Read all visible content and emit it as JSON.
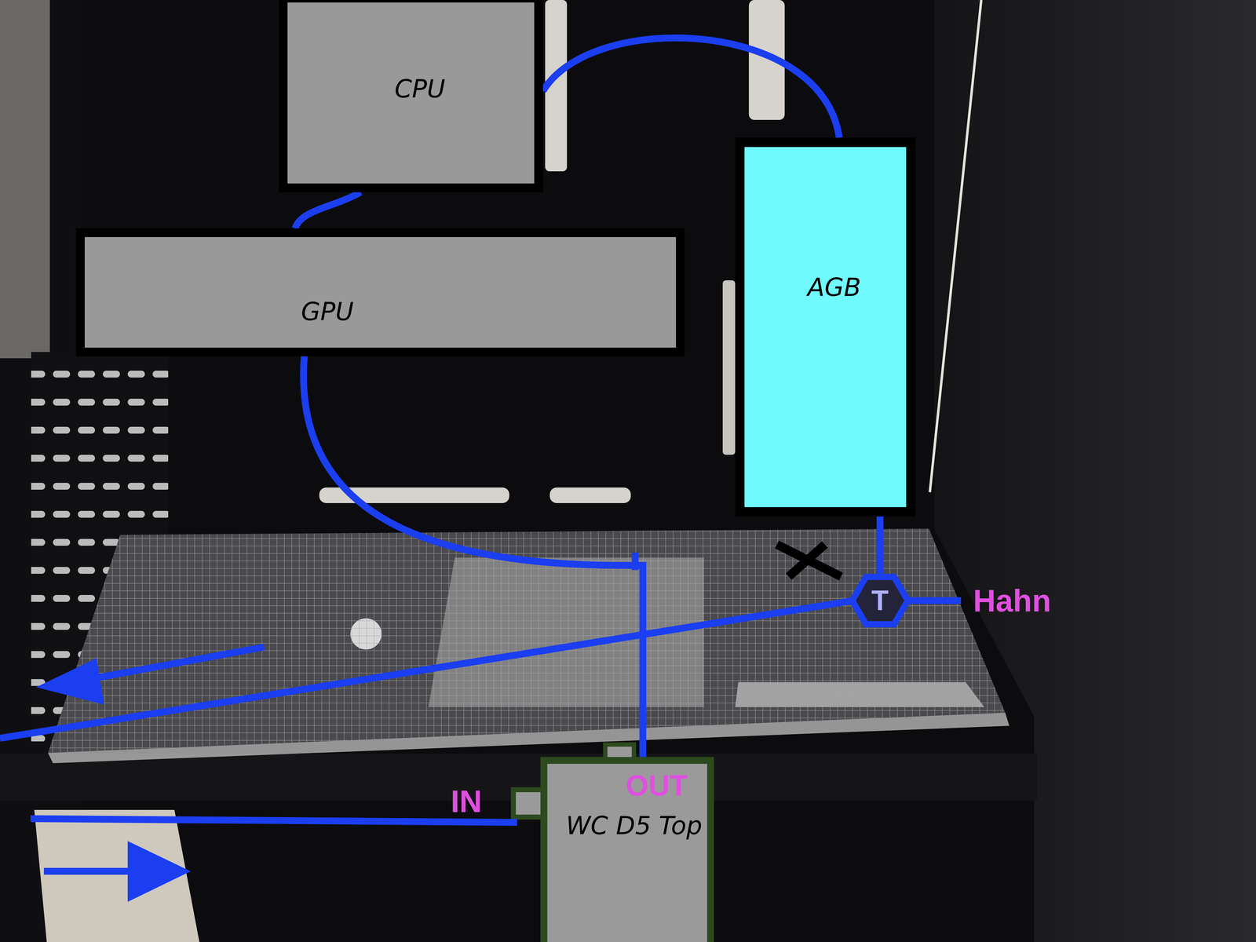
{
  "diagram": {
    "nodes": [
      {
        "text": [
          "CPU"
        ]
      },
      {
        "text": [
          "AGB"
        ]
      },
      {
        "text": [
          "GPU"
        ]
      },
      {
        "text": [
          "T"
        ]
      },
      {
        "text": [
          "WC D5 Top"
        ]
      }
    ],
    "edges": [
      {
        "from": 1,
        "to": 0,
        "arrow": "none"
      },
      {
        "from": 0,
        "to": 2,
        "arrow": "none"
      },
      {
        "from": 2,
        "to": 4,
        "arrow": "none"
      },
      {
        "from": 1,
        "to": 3,
        "arrow": "none"
      }
    ],
    "labels": [
      "Hahn",
      "OUT",
      "IN"
    ]
  }
}
